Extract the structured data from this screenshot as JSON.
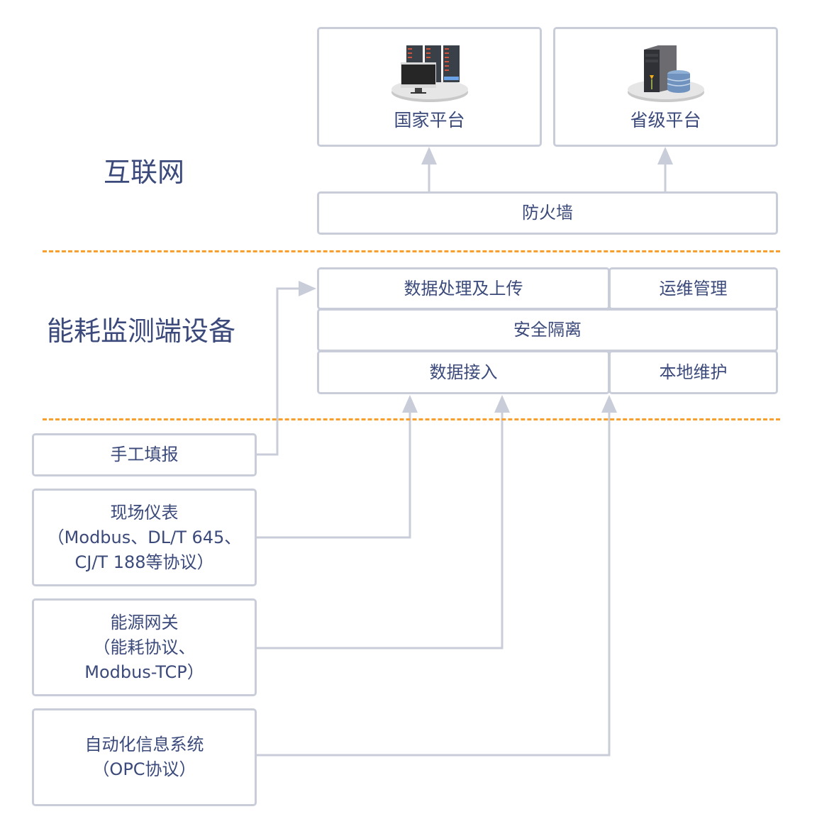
{
  "sections": {
    "internet": "互联网",
    "device": "能耗监测端设备"
  },
  "platforms": [
    {
      "label": "国家平台",
      "icon": "server-rack-icon"
    },
    {
      "label": "省级平台",
      "icon": "server-database-icon"
    }
  ],
  "firewall": "防火墙",
  "device_modules": {
    "data_upload": "数据处理及上传",
    "ops_management": "运维管理",
    "security_isolation": "安全隔离",
    "data_access": "数据接入",
    "local_maintenance": "本地维护"
  },
  "sources": [
    {
      "lines": [
        "手工填报"
      ]
    },
    {
      "lines": [
        "现场仪表",
        "（Modbus、DL/T 645、",
        "CJ/T 188等协议）"
      ]
    },
    {
      "lines": [
        "能源网关",
        "（能耗协议、",
        "Modbus-TCP）"
      ]
    },
    {
      "lines": [
        "自动化信息系统",
        "（OPC协议）"
      ]
    }
  ],
  "colors": {
    "text": "#3b4a7a",
    "border": "#c8cdd9",
    "divider": "#f7a030"
  }
}
